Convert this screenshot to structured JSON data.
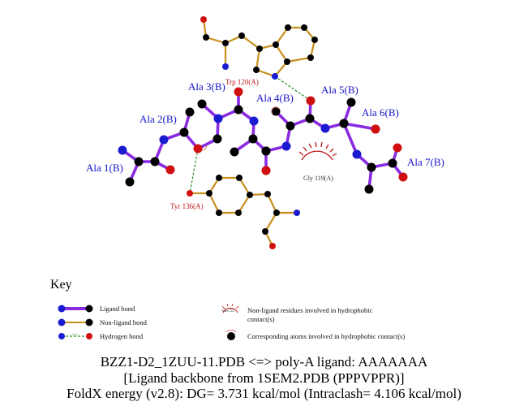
{
  "residues": {
    "ala1": "Ala 1(B)",
    "ala2": "Ala 2(B)",
    "ala3": "Ala 3(B)",
    "ala4": "Ala 4(B)",
    "ala5": "Ala 5(B)",
    "ala6": "Ala 6(B)",
    "ala7": "Ala 7(B)",
    "trp": "Trp 120(A)",
    "tyr": "Tyr 136(A)",
    "gly": "Gly 119(A)"
  },
  "key": {
    "title": "Key",
    "ligand_bond": "Ligand bond",
    "nonligand_bond": "Non-ligand bond",
    "hydrogen_bond": "Hydrogen bond",
    "hbond_distance": "3.0",
    "hydrophobic_residue_icon_label": "His 53",
    "hydrophobic_residues": "Non-ligand residues involved in hydrophobic contact(s)",
    "hydrophobic_atoms": "Corresponding atoms involved in hydrophobic contact(s)"
  },
  "caption": {
    "line1": "BZZ1-D2_1ZUU-11.PDB <=> poly-A ligand: AAAAAAA",
    "line2": "[Ligand backbone from 1SEM2.PDB (PPPVPPR)]",
    "line3": "FoldX energy (v2.8): DG= 3.731 kcal/mol (Intraclash= 4.106 kcal/mol)"
  },
  "colors": {
    "ligand_bond": "#8a2be2",
    "nonligand_bond": "#c8901e",
    "hbond": "#2a8a2a",
    "carbon": "#000000",
    "nitrogen": "#1a1ad0",
    "oxygen": "#d01010"
  }
}
